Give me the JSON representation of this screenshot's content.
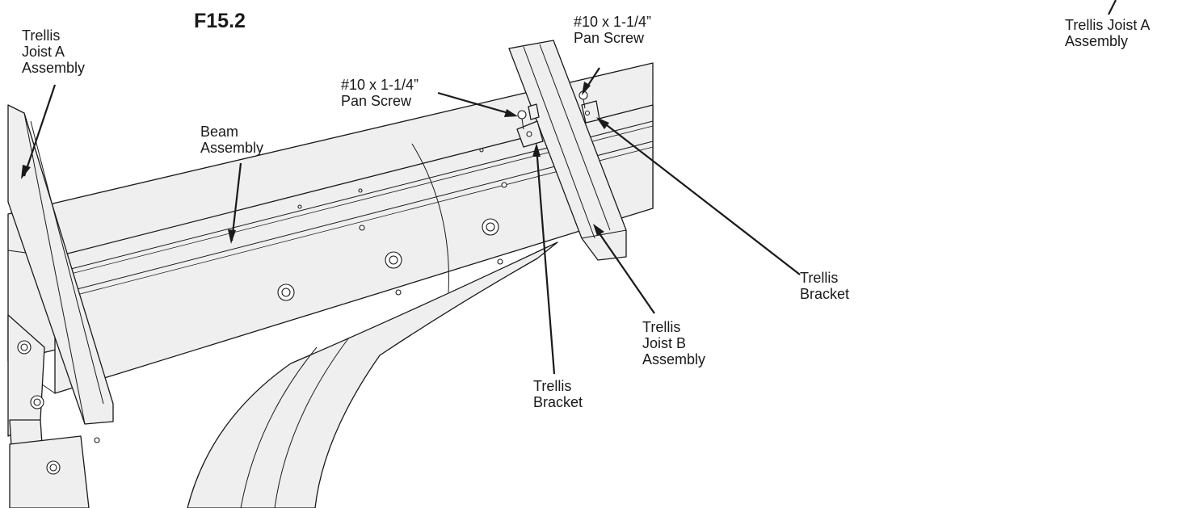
{
  "figure": {
    "id": "F15.2",
    "labels": {
      "joist_a_left": "Trellis\nJoist A\nAssembly",
      "joist_a_right": "Trellis Joist A\nAssembly",
      "beam": "Beam\nAssembly",
      "screw_left": "#10 x 1-1/4”\nPan Screw",
      "screw_top": "#10 x 1-1/4”\nPan Screw",
      "bracket_right": "Trellis\nBracket",
      "bracket_center": "Trellis\nBracket",
      "joist_b": "Trellis\nJoist B\nAssembly"
    }
  },
  "colors": {
    "line": "#1a1a1a",
    "part_fill": "#efefef",
    "background": "#ffffff"
  }
}
